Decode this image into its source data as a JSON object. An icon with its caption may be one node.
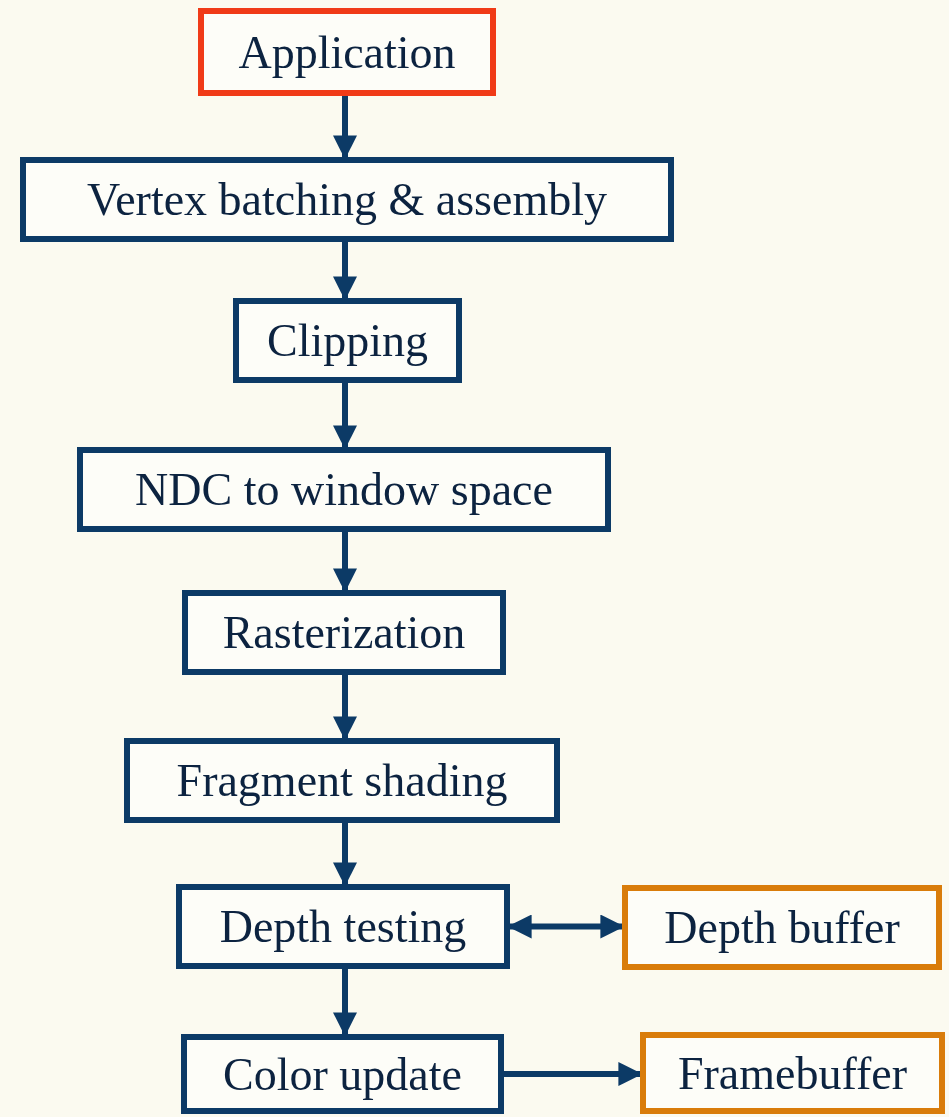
{
  "diagram": {
    "nodes": [
      {
        "text": [
          "Application"
        ]
      },
      {
        "text": [
          "Vertex batching & assembly"
        ]
      },
      {
        "text": [
          "Clipping"
        ]
      },
      {
        "text": [
          "NDC to window space"
        ]
      },
      {
        "text": [
          "Rasterization"
        ]
      },
      {
        "text": [
          "Fragment shading"
        ]
      },
      {
        "text": [
          "Depth testing"
        ]
      },
      {
        "text": [
          "Depth buffer"
        ]
      },
      {
        "text": [
          "Color update"
        ]
      },
      {
        "text": [
          "Framebuffer"
        ]
      }
    ],
    "edges": [
      {
        "from": 0,
        "to": 1,
        "arrow": "to"
      },
      {
        "from": 1,
        "to": 2,
        "arrow": "to"
      },
      {
        "from": 2,
        "to": 3,
        "arrow": "to"
      },
      {
        "from": 3,
        "to": 4,
        "arrow": "to"
      },
      {
        "from": 4,
        "to": 5,
        "arrow": "to"
      },
      {
        "from": 5,
        "to": 6,
        "arrow": "to"
      },
      {
        "from": 6,
        "to": 7,
        "arrow": "both"
      },
      {
        "from": 6,
        "to": 8,
        "arrow": "to"
      },
      {
        "from": 8,
        "to": 9,
        "arrow": "to"
      }
    ]
  }
}
